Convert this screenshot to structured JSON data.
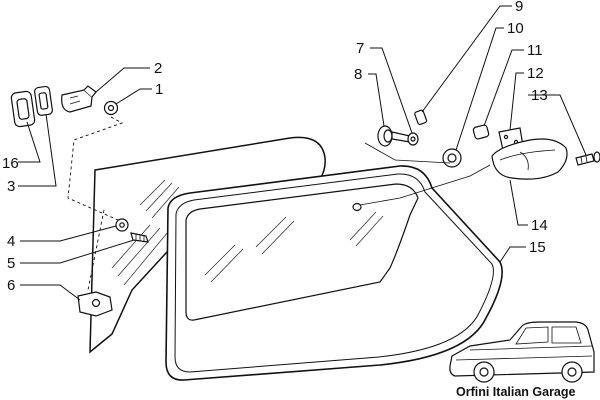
{
  "diagram": {
    "callouts": [
      {
        "id": "c1",
        "label": "1"
      },
      {
        "id": "c2",
        "label": "2"
      },
      {
        "id": "c3",
        "label": "3"
      },
      {
        "id": "c4",
        "label": "4"
      },
      {
        "id": "c5",
        "label": "5"
      },
      {
        "id": "c6",
        "label": "6"
      },
      {
        "id": "c7",
        "label": "7"
      },
      {
        "id": "c8",
        "label": "8"
      },
      {
        "id": "c9",
        "label": "9"
      },
      {
        "id": "c10",
        "label": "10"
      },
      {
        "id": "c11",
        "label": "11"
      },
      {
        "id": "c12",
        "label": "12"
      },
      {
        "id": "c13",
        "label": "13"
      },
      {
        "id": "c14",
        "label": "14"
      },
      {
        "id": "c15",
        "label": "15"
      },
      {
        "id": "c16",
        "label": "16"
      }
    ]
  },
  "branding": {
    "text": "Orfini Italian Garage"
  }
}
